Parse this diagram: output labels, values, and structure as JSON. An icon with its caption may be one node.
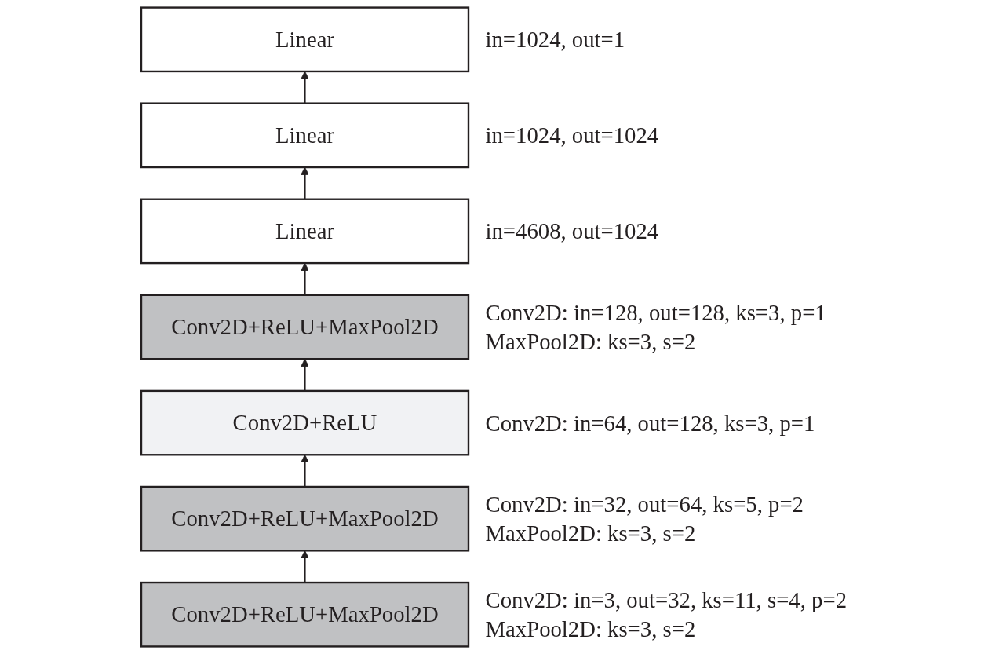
{
  "diagram": {
    "nodes": [
      {
        "text": [
          "Linear"
        ],
        "beside": [
          "in=1024, out=1"
        ]
      },
      {
        "text": [
          "Linear"
        ],
        "beside": [
          "in=1024, out=1024"
        ]
      },
      {
        "text": [
          "Linear"
        ],
        "beside": [
          "in=4608, out=1024"
        ]
      },
      {
        "text": [
          "Conv2D+ReLU+MaxPool2D"
        ],
        "beside": [
          "Conv2D: in=128, out=128, ks=3, p=1",
          "MaxPool2D: ks=3, s=2"
        ]
      },
      {
        "text": [
          "Conv2D+ReLU"
        ],
        "beside": [
          "Conv2D: in=64, out=128, ks=3, p=1"
        ]
      },
      {
        "text": [
          "Conv2D+ReLU+MaxPool2D"
        ],
        "beside": [
          "Conv2D: in=32, out=64, ks=5, p=2",
          "MaxPool2D: ks=3, s=2"
        ]
      },
      {
        "text": [
          "Conv2D+ReLU+MaxPool2D"
        ],
        "beside": [
          "Conv2D: in=3, out=32, ks=11, s=4, p=2",
          "MaxPool2D: ks=3, s=2"
        ]
      }
    ],
    "edges": [
      {
        "from": 6,
        "to": 5,
        "arrow": "to"
      },
      {
        "from": 5,
        "to": 4,
        "arrow": "to"
      },
      {
        "from": 4,
        "to": 3,
        "arrow": "to"
      },
      {
        "from": 3,
        "to": 2,
        "arrow": "to"
      },
      {
        "from": 2,
        "to": 1,
        "arrow": "to"
      },
      {
        "from": 1,
        "to": 0,
        "arrow": "to"
      }
    ]
  }
}
